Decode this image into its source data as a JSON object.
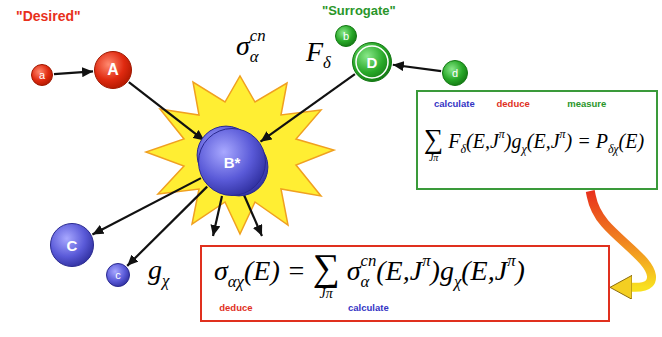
{
  "diagram": {
    "nodes": [
      {
        "text": [
          "a"
        ]
      },
      {
        "text": [
          "A"
        ]
      },
      {
        "text": [
          "b"
        ]
      },
      {
        "text": [
          "D"
        ]
      },
      {
        "text": [
          "d"
        ]
      },
      {
        "text": [
          "B*"
        ]
      },
      {
        "text": [
          "calculate",
          "deduce",
          "measure",
          "∑Jπ Fδ(E,Jπ)gχ(E,Jπ) = Pδχ(E)"
        ]
      },
      {
        "text": [
          "C"
        ]
      },
      {
        "text": [
          "c"
        ]
      },
      {
        "text": [
          "σαχ(E) = ∑Jπ σαcn(E,Jπ)gχ(E,Jπ)",
          "deduce",
          "calculate"
        ]
      }
    ],
    "edges": [
      {
        "from": 0,
        "to": 1,
        "arrow": "to"
      },
      {
        "from": 1,
        "to": 5,
        "arrow": "to",
        "label": "σαcn"
      },
      {
        "from": 4,
        "to": 3,
        "arrow": "to"
      },
      {
        "from": 3,
        "to": 5,
        "arrow": "to",
        "label": "Fδ"
      },
      {
        "from": 5,
        "to": 7,
        "arrow": "to"
      },
      {
        "from": 5,
        "to": 8,
        "arrow": "to"
      },
      {
        "from": 6,
        "to": 9,
        "arrow": "to"
      }
    ],
    "labels": [
      "\"Desired\"",
      "\"Surrogate\"",
      "gχ"
    ]
  }
}
